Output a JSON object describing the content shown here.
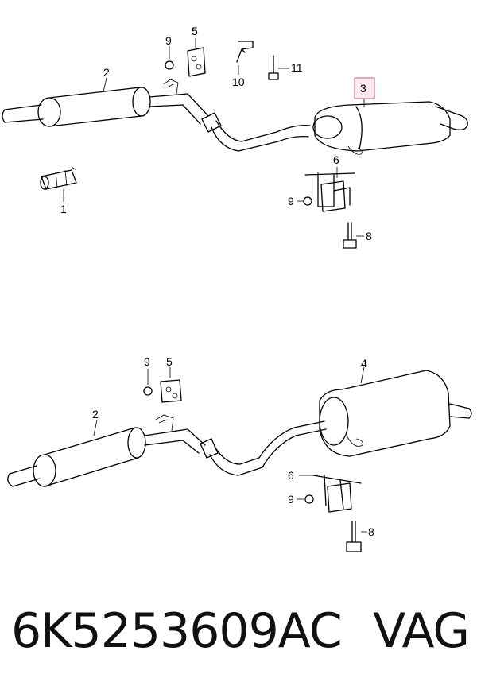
{
  "diagram": {
    "top": {
      "callouts": [
        {
          "id": "top-callout-9",
          "text": "9"
        },
        {
          "id": "top-callout-5",
          "text": "5"
        },
        {
          "id": "top-callout-10",
          "text": "10"
        },
        {
          "id": "top-callout-11",
          "text": "11"
        },
        {
          "id": "top-callout-2",
          "text": "2"
        },
        {
          "id": "top-callout-3",
          "text": "3",
          "highlighted": true
        },
        {
          "id": "top-callout-1",
          "text": "1"
        },
        {
          "id": "top-callout-6",
          "text": "6"
        },
        {
          "id": "top-callout-9b",
          "text": "9"
        },
        {
          "id": "top-callout-8",
          "text": "8"
        }
      ]
    },
    "bottom": {
      "callouts": [
        {
          "id": "bottom-callout-9",
          "text": "9"
        },
        {
          "id": "bottom-callout-5",
          "text": "5"
        },
        {
          "id": "bottom-callout-4",
          "text": "4"
        },
        {
          "id": "bottom-callout-2",
          "text": "2"
        },
        {
          "id": "bottom-callout-6",
          "text": "6"
        },
        {
          "id": "bottom-callout-9b",
          "text": "9"
        },
        {
          "id": "bottom-callout-8",
          "text": "8"
        }
      ]
    },
    "highlight_color": "#c97a8e"
  },
  "caption": {
    "part_number": "6K5253609AC",
    "brand": "VAG"
  }
}
